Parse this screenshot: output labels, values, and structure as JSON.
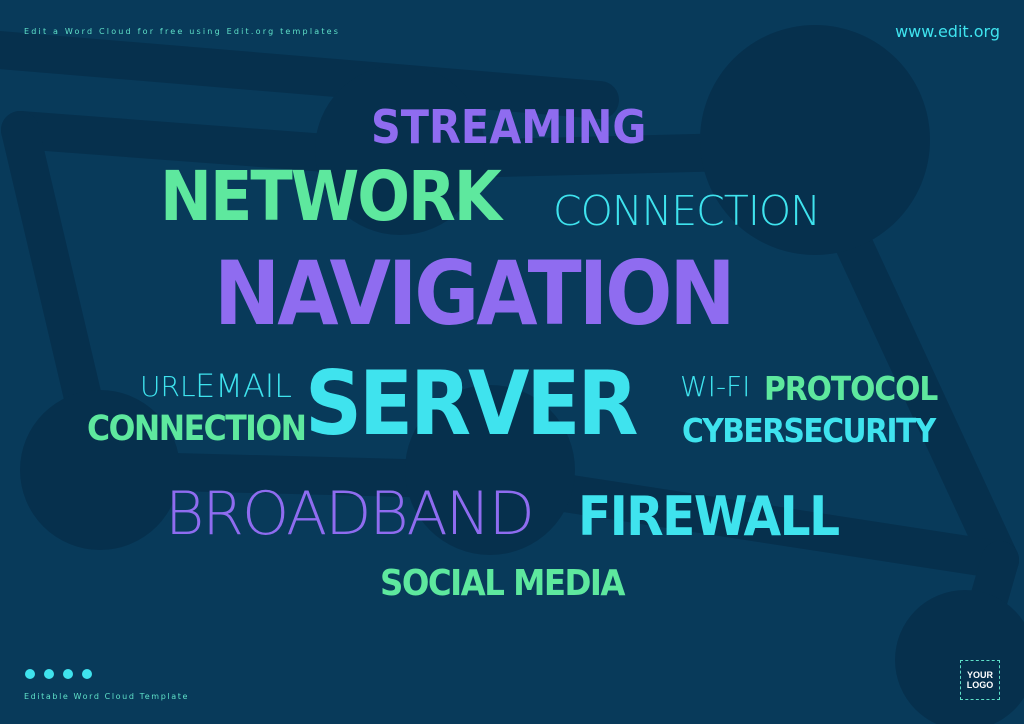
{
  "header": {
    "tagline": "Edit a Word Cloud for free using Edit.org templates",
    "website": "www.edit.org"
  },
  "colors": {
    "background": "#083a5a",
    "purple": "#8f6cf0",
    "green": "#5ee89e",
    "cyan": "#3fe3ee"
  },
  "words": [
    {
      "text": "STREAMING",
      "color": "purple",
      "weight": "bold"
    },
    {
      "text": "NETWORK",
      "color": "green",
      "weight": "bold"
    },
    {
      "text": "CONNECTION",
      "color": "cyan",
      "weight": "light"
    },
    {
      "text": "NAVIGATION",
      "color": "purple",
      "weight": "bold"
    },
    {
      "text": "URL",
      "color": "cyan",
      "weight": "light"
    },
    {
      "text": "EMAIL",
      "color": "cyan",
      "weight": "light"
    },
    {
      "text": "CONNECTION",
      "color": "green",
      "weight": "bold"
    },
    {
      "text": "SERVER",
      "color": "cyan",
      "weight": "bold"
    },
    {
      "text": "WI-FI",
      "color": "cyan",
      "weight": "light"
    },
    {
      "text": "PROTOCOL",
      "color": "green",
      "weight": "bold"
    },
    {
      "text": "CYBERSECURITY",
      "color": "cyan",
      "weight": "bold"
    },
    {
      "text": "BROADBAND",
      "color": "purple",
      "weight": "light"
    },
    {
      "text": "FIREWALL",
      "color": "cyan",
      "weight": "bold"
    },
    {
      "text": "SOCIAL MEDIA",
      "color": "green",
      "weight": "bold"
    }
  ],
  "footer": {
    "label": "Editable Word Cloud Template",
    "dot_count": 4
  },
  "logo": {
    "text": "YOUR\nLOGO"
  }
}
